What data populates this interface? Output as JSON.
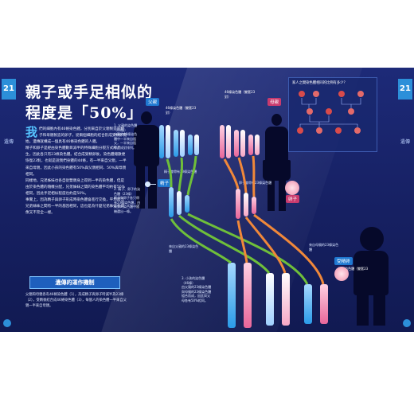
{
  "page": {
    "number_left": "21",
    "number_right": "21",
    "side_label_left": "遺傳",
    "side_label_right": "遺傳",
    "title_line1": "親子或手足相似的",
    "title_line2": "程度是「50%」",
    "dropcap": "我",
    "para1": "們的細胞內有46條染色體，分別來自於父親製造的精子和母親製造的卵子，從兩個細胞的結合形成受精卵開始，遺傳就構成一個具有46條染色體的人體。",
    "para2": "精子和卵子是經由染色體數目減半的特殊細胞分裂方式所產生，因此各只有23條染色體。結合成受精卵後，染色體總數便恢復23對，也就是說我們身體的44條，有一半來自父親，一半來自母親，因此小孩的染色體有50%與父親相同、50%與母親相同。",
    "para3": "同樣地，兄弟姊妹也各自從雙親身上得到一半的染色體，但是由於染色體的隨機分配，兄弟姊妹之間的染色體平均約有50%相同，因此手足相似程度也約是50%。",
    "para4": "事實上，因為精子與卵子形成時染色體會進行交換，平均而言兄弟姊妹之間有一半的基因相同，這也是為什麼兄弟姊妹長得像又不完全一樣。",
    "subhead": "遺傳的運作機制",
    "para5": "父親和母親各有46條染色體（1），形成精子與卵子時減半為23條（2），受精後結合成46條染色體（3），每個人的染色體一半來自父親一半來自母親。",
    "label_father": "父親",
    "label_mother": "母親",
    "label_sperm": "精子",
    "label_egg": "卵子",
    "label_fertilized": "受精卵",
    "note_father_46": "46條染色體（雙套23對）",
    "note_mother_46": "46條染色體（雙套23對）",
    "note_child_46": "46條染色體（雙套23對）",
    "note_gamete_father": "精子會帶有23條染色體",
    "note_gamete_mother": "卵子會帶有23條染色體",
    "note_from_father": "來自父親的23條染色體",
    "note_from_mother": "來自母親的23條染色體",
    "step1_title": "1. 父親的染色體（46條）",
    "step1_body": "父親的46條染色體中一半來自祖父，一半來自祖母，成對排列。",
    "step2_title": "2. 精子、卵子的染色體（23條）",
    "step2_body": "精子與卵子各只帶有23條染色體，由成對的染色體中隨機選出一條。",
    "step3_title": "3. 小孩的染色體（46條）",
    "step3_body": "由父親的23條染色體與母親的23條染色體組合而成，因此與父母各有50%相同。",
    "tree_title": "家人之間染色體相同的比例有多少？",
    "colors": {
      "bg": "#1a2670",
      "father_blue": "#2a9be8",
      "mother_pink": "#e8669a",
      "arrow_green": "#6fbf3a",
      "arrow_orange": "#f0883a",
      "accent": "#56c3ff"
    },
    "icons": [
      "father-silhouette-icon",
      "mother-silhouette-icon",
      "child-silhouette-icon",
      "sperm-icon",
      "egg-icon"
    ]
  }
}
